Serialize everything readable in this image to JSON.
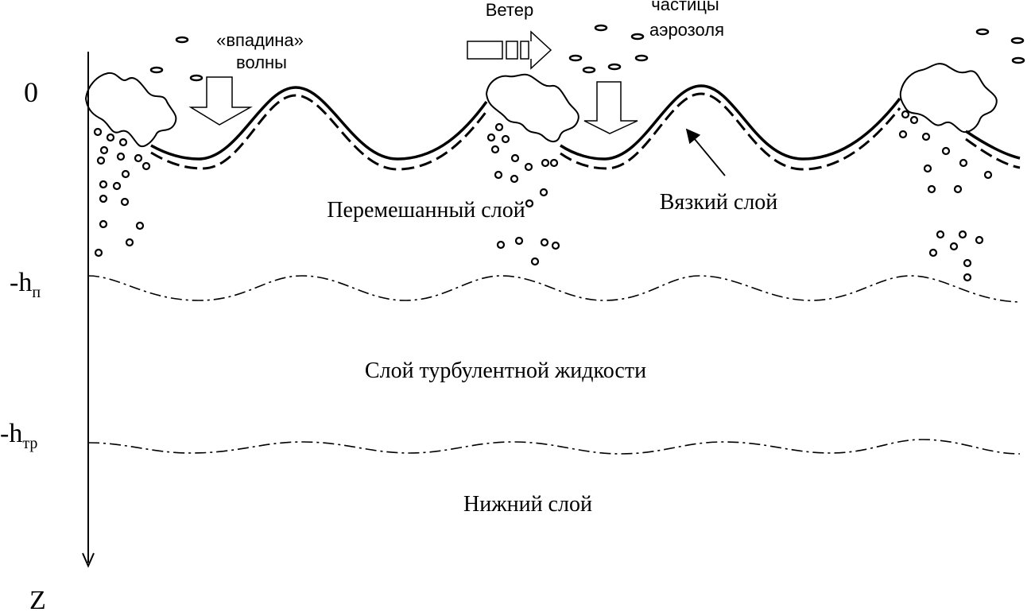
{
  "axis": {
    "zero_label": "0",
    "z_label": "Z",
    "h_mixed_main": "-h",
    "h_mixed_sub": "п",
    "h_turb_main": "-h",
    "h_turb_sub": "тр"
  },
  "labels": {
    "trough_line1": "«впадина»",
    "trough_line2": "волны",
    "wind": "Ветер",
    "aerosol_line1": "частицы",
    "aerosol_line2": "аэрозоля",
    "mixed_layer": "Перемешанный слой",
    "viscous_layer": "Вязкий слой",
    "turbulent_layer": "Слой турбулентной жидкости",
    "bottom_layer": "Нижний слой"
  }
}
